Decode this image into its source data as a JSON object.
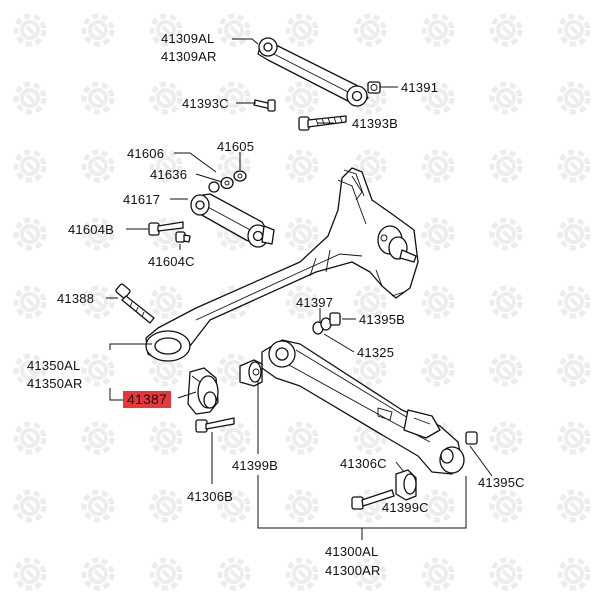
{
  "diagram": {
    "labels": {
      "l41309": "41309AL",
      "r41309": "41309AR",
      "p41391": "41391",
      "p41393c": "41393C",
      "p41393b": "41393B",
      "p41606": "41606",
      "p41605": "41605",
      "p41636": "41636",
      "p41617": "41617",
      "p41604b": "41604B",
      "p41604c": "41604C",
      "p41388": "41388",
      "p41397": "41397",
      "p41395b": "41395B",
      "p41325": "41325",
      "l41350": "41350AL",
      "r41350": "41350AR",
      "p41387": "41387",
      "p41399b": "41399B",
      "p41306c": "41306C",
      "p41395c": "41395C",
      "p41306b": "41306B",
      "p41399c": "41399C",
      "l41300": "41300AL",
      "r41300": "41300AR"
    },
    "highlight_color": "#e8363a",
    "watermark_icon": "gear-logo-icon"
  }
}
